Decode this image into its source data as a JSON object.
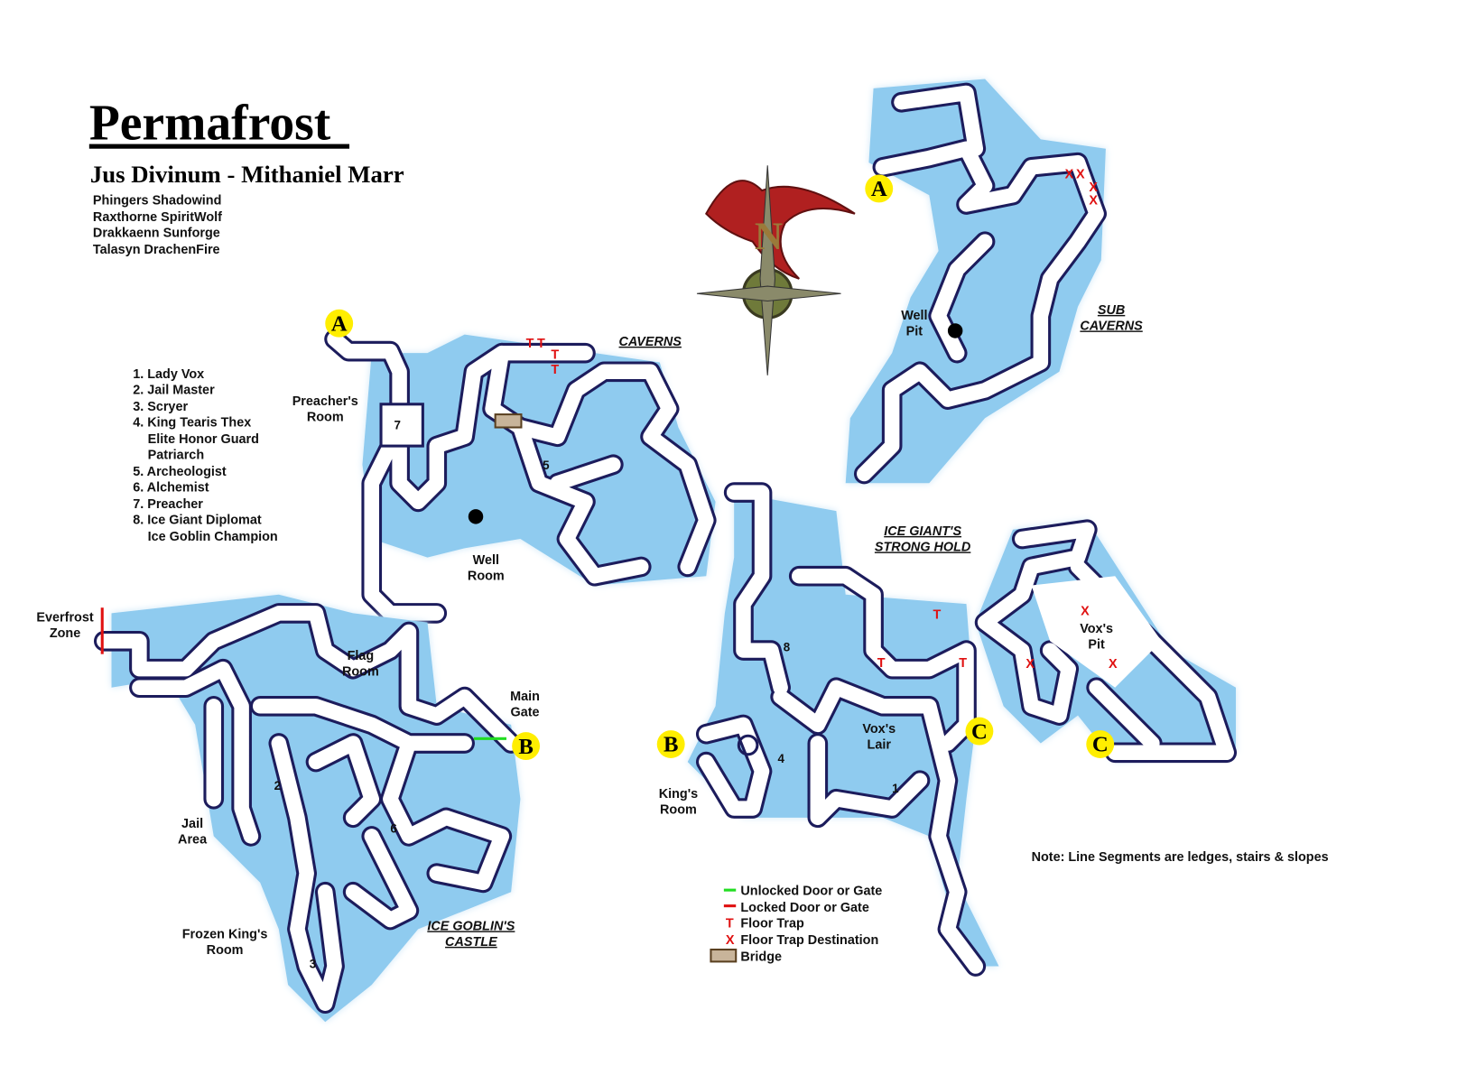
{
  "header": {
    "title": "Permafrost",
    "subtitle": "Jus Divinum - Mithaniel Marr",
    "members": [
      "Phingers Shadowind",
      "Raxthorne SpiritWolf",
      "Drakkaenn Sunforge",
      "Talasyn DrachenFire"
    ]
  },
  "npc_list": [
    "1. Lady Vox",
    "2. Jail Master",
    "3. Scryer",
    "4. King Tearis Thex",
    "Elite Honor Guard",
    "Patriarch",
    "5. Archeologist",
    "6. Alchemist",
    "7. Preacher",
    "8. Ice Giant Diplomat",
    "Ice Goblin Champion"
  ],
  "zones": {
    "caverns": "CAVERNS",
    "sub_caverns": [
      "SUB",
      "CAVERNS"
    ],
    "ice_giant": [
      "ICE GIANT'S",
      "STRONG HOLD"
    ],
    "ice_goblin": [
      "ICE GOBLIN'S",
      "CASTLE"
    ]
  },
  "places": {
    "preachers_room": [
      "Preacher's",
      "Room"
    ],
    "well_room": [
      "Well",
      "Room"
    ],
    "well_pit": [
      "Well",
      "Pit"
    ],
    "everfrost_zone": [
      "Everfrost",
      "Zone"
    ],
    "flag_room": [
      "Flag",
      "Room"
    ],
    "main_gate": [
      "Main",
      "Gate"
    ],
    "jail_area": [
      "Jail",
      "Area"
    ],
    "frozen_kings_room": [
      "Frozen King's",
      "Room"
    ],
    "kings_room": [
      "King's",
      "Room"
    ],
    "vox_lair": [
      "Vox's",
      "Lair"
    ],
    "vox_pit": [
      "Vox's",
      "Pit"
    ]
  },
  "room_numbers": [
    "1",
    "2",
    "3",
    "4",
    "5",
    "6",
    "7",
    "8"
  ],
  "markers": {
    "a": "A",
    "b": "B",
    "c": "C"
  },
  "trap_symbol": "T",
  "dest_symbol": "X",
  "legend": {
    "unlocked": "Unlocked Door or Gate",
    "locked": "Locked Door or Gate",
    "trap": "Floor Trap",
    "trap_dest": "Floor Trap Destination",
    "bridge": "Bridge"
  },
  "note": "Note: Line Segments are ledges, stairs & slopes",
  "colors": {
    "ice": "#8fcbef",
    "wall": "#1c1c5c",
    "unlocked": "#22dd22",
    "locked": "#e01010",
    "marker": "#ffee00",
    "bridge": "#c8b49a"
  }
}
